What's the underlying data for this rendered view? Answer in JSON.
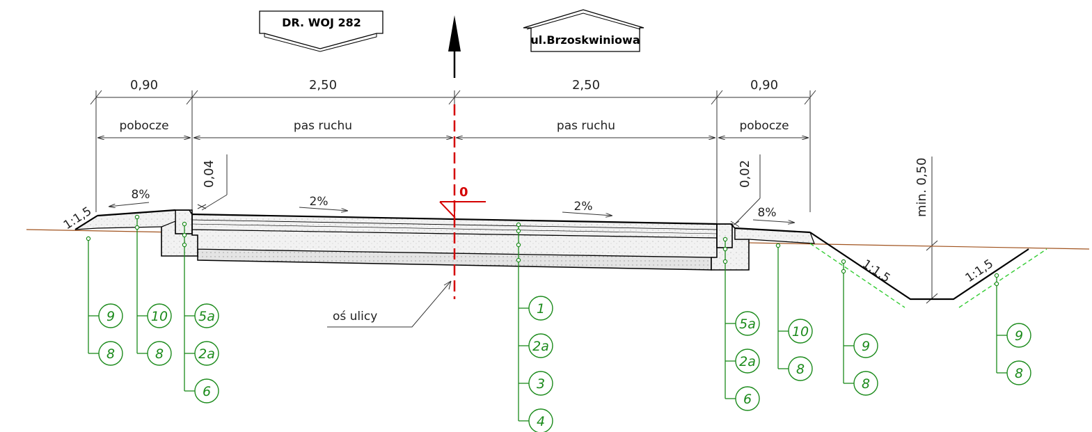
{
  "signs": {
    "left_sign": "DR. WOJ 282",
    "right_sign": "ul.Brzoskwiniowa"
  },
  "dimensions": {
    "left_shoulder_width": "0,90",
    "left_lane_width": "2,50",
    "right_lane_width": "2,50",
    "right_shoulder_width": "0,90",
    "left_curb_height": "0,04",
    "right_curb_height": "0,02",
    "ditch_depth": "min. 0,50"
  },
  "zone_labels": {
    "left_shoulder": "pobocze",
    "left_lane": "pas ruchu",
    "right_lane": "pas ruchu",
    "right_shoulder": "pobocze"
  },
  "slopes": {
    "left_shoulder": "8%",
    "left_lane": "2%",
    "right_lane": "2%",
    "right_shoulder": "8%",
    "left_embankment": "1:1,5",
    "ditch_left": "1:1,5",
    "ditch_right": "1:1,5"
  },
  "axis": {
    "zero_mark": "0",
    "axis_label": "oś ulicy"
  },
  "callouts": {
    "left_edge": [
      "9",
      "8"
    ],
    "left_shoulder": [
      "10",
      "8"
    ],
    "left_curb": [
      "5a",
      "2a",
      "6"
    ],
    "center": [
      "1",
      "2a",
      "3",
      "4"
    ],
    "right_curb": [
      "5a",
      "2a",
      "6"
    ],
    "right_shoulder": [
      "10",
      "8"
    ],
    "ditch_left_slope": [
      "9",
      "8"
    ],
    "ditch_right_slope": [
      "9",
      "8"
    ]
  },
  "colors": {
    "callout_green": "#1a8a1a",
    "axis_red": "#d40000",
    "ground_brown": "#a0521d"
  }
}
